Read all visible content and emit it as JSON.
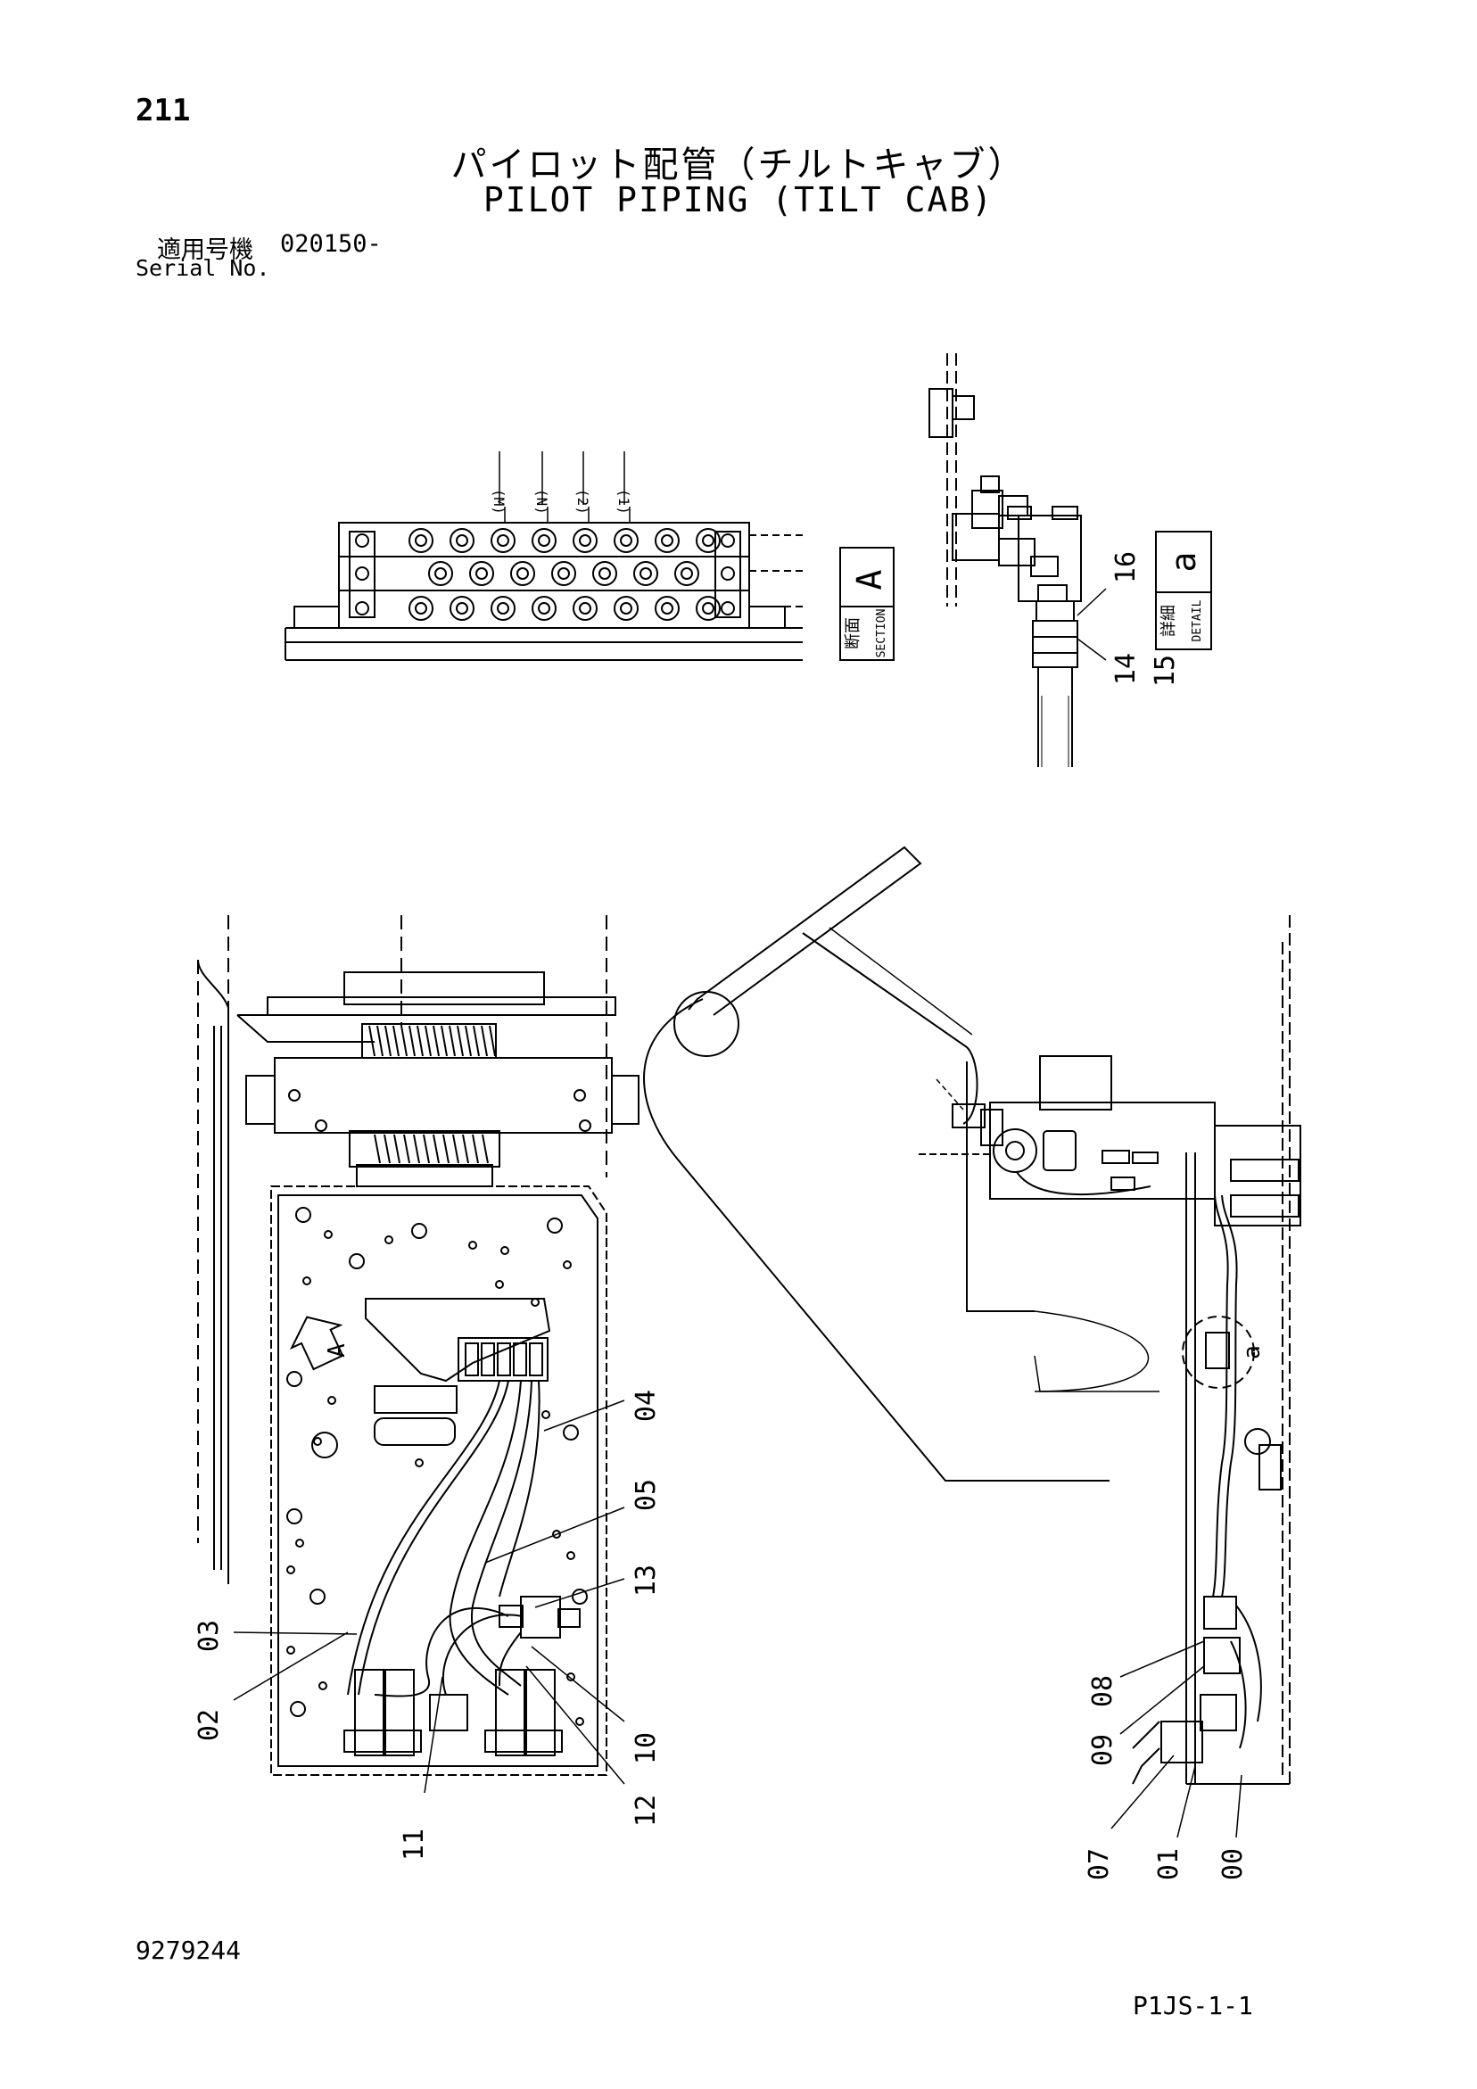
{
  "page": {
    "number": "211",
    "title_ja": "パイロット配管（チルトキャブ）",
    "title_en": "PILOT PIPING (TILT CAB)",
    "serial_label_ja": "適用号機",
    "serial_value": "020150-",
    "serial_label_en": "Serial No.",
    "doc_number": "9279244",
    "page_code": "P1JS-1-1"
  },
  "views": {
    "section": {
      "label_ja": "断面",
      "label_en": "SECTION",
      "letter": "A"
    },
    "detail": {
      "label_ja": "詳細",
      "label_en": "DETAIL",
      "letter": "a"
    },
    "section_arrow_letter": "A",
    "detail_circle_letter": "a",
    "port_labels": [
      "(M)",
      "(N)",
      "(2)",
      "(1)"
    ]
  },
  "callouts": {
    "detail_a": [
      "16",
      "14",
      "15"
    ],
    "left_view": [
      "04",
      "05",
      "13",
      "03",
      "02",
      "10",
      "12",
      "11"
    ],
    "right_view": [
      "08",
      "09",
      "07",
      "01",
      "00"
    ]
  },
  "style": {
    "line_color": "#000000",
    "background": "#ffffff"
  }
}
